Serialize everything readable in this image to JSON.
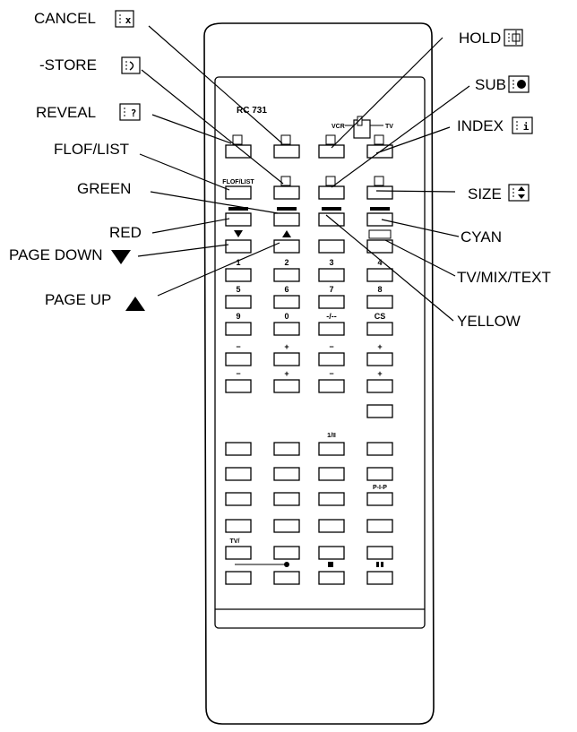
{
  "remote": {
    "model": "RC 731",
    "selector_left": "VCR",
    "selector_right": "TV"
  },
  "callouts": {
    "cancel": "CANCEL",
    "store": "-STORE",
    "reveal": "REVEAL",
    "flof_list": "FLOF/LIST",
    "green": "GREEN",
    "red": "RED",
    "page_down": "PAGE DOWN",
    "page_up": "PAGE UP",
    "hold": "HOLD",
    "sub": "SUB",
    "index": "INDEX",
    "size": "SIZE",
    "cyan": "CYAN",
    "tv_mix_text": "TV/MIX/TEXT",
    "yellow": "YELLOW"
  },
  "icons": {
    "cancel": "cancel-text-icon",
    "store": "store-icon",
    "reveal": "reveal-question-icon",
    "hold": "hold-icon",
    "sub": "subpage-icon",
    "index": "index-icon",
    "size": "size-icon",
    "page_down": "down-triangle-icon",
    "page_up": "up-triangle-icon"
  },
  "buttons": {
    "flof": "FLOF/LIST",
    "n1": "1",
    "n2": "2",
    "n3": "3",
    "n4": "4",
    "n5": "5",
    "n6": "6",
    "n7": "7",
    "n8": "8",
    "n9": "9",
    "n0": "0",
    "dash": "-/--",
    "cs": "CS",
    "m1": "1/II",
    "ppp": "P-I-P",
    "tv": "TV/",
    "plus": "+",
    "minus": "−"
  }
}
